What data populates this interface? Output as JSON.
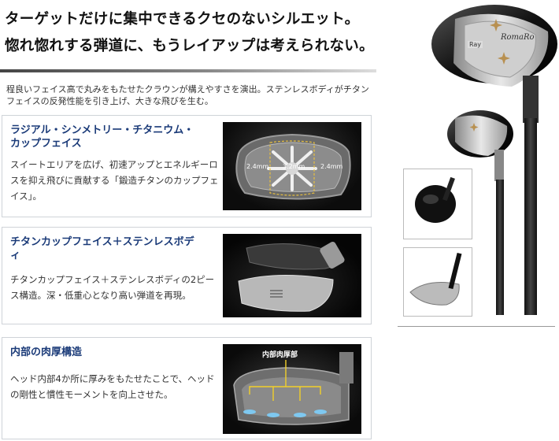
{
  "headline": {
    "line1": "ターゲットだけに集中できるクセのないシルエット。",
    "line2": "惚れ惚れする弾道に、もうレイアップは考えられない。"
  },
  "intro": "程良いフェイス高で丸みをもたせたクラウンが構えやすさを演出。ステンレスボディがチタンフェイスの反発性能を引き上げ、大きな飛びを生む。",
  "features": [
    {
      "title": "ラジアル・シンメトリー・チタニウム・カップフェイス",
      "body": "スイートエリアを広げ、初速アップとエネルギーロスを抑え飛びに貢献する「鍛造チタンのカップフェイス」。",
      "labels": [
        "2.4mm",
        "3.2mm",
        "2.4mm"
      ]
    },
    {
      "title": "チタンカップフェイス＋ステンレスボディ",
      "body": "チタンカップフェイス＋ステンレスボディの2ピース構造。深・低重心となり高い弾道を再現。"
    },
    {
      "title": "内部の肉厚構造",
      "body": "ヘッド内部4か所に厚みをもたせたことで、ヘッドの剛性と慣性モーメントを向上させた。",
      "diagram_label": "内部肉厚部"
    }
  ],
  "product": {
    "brand_mark": "RomaRo",
    "sole_badge": "Ray"
  }
}
